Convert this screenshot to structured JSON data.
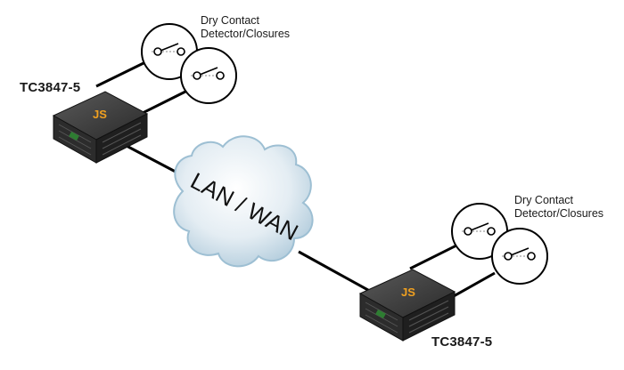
{
  "device_top": {
    "label": "TC3847-5",
    "logo": "JS"
  },
  "device_bottom": {
    "label": "TC3847-5",
    "logo": "JS"
  },
  "contacts_top": {
    "line1": "Dry Contact",
    "line2": "Detector/Closures"
  },
  "contacts_bottom": {
    "line1": "Dry Contact",
    "line2": "Detector/Closures"
  },
  "network": {
    "label": "LAN / WAN"
  },
  "colors": {
    "cloud_fill": "#e4edf3",
    "cloud_shadow": "#8fb3c8",
    "device_body": "#3a3a3a",
    "logo": "#f0a020"
  },
  "icons": [
    "switch-contact-icon",
    "cloud-icon",
    "converter-device-icon"
  ]
}
